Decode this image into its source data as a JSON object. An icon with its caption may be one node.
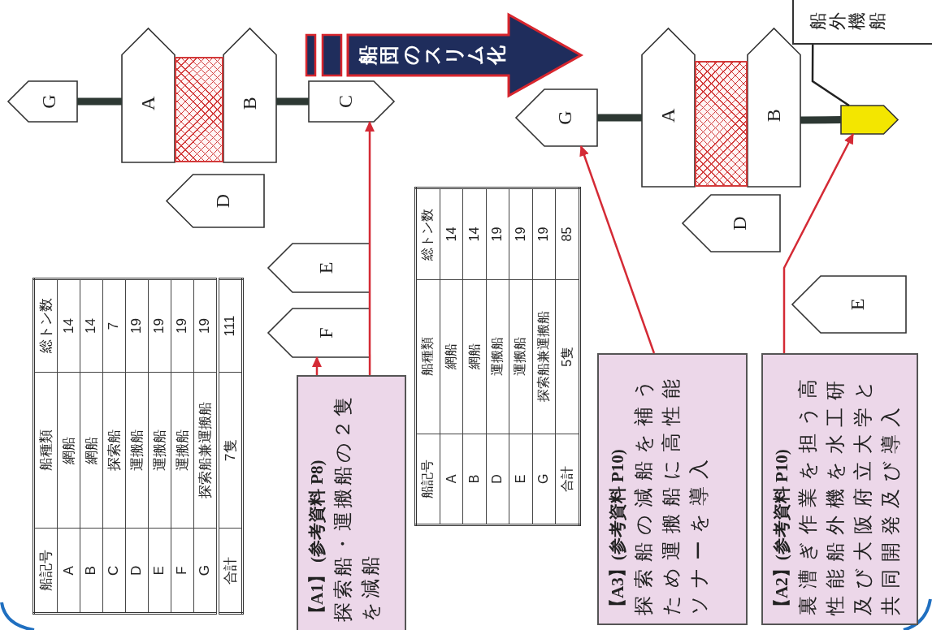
{
  "diagram": {
    "nodes": [
      {
        "text": [
          "G"
        ]
      },
      {
        "text": [
          "A"
        ]
      },
      {
        "text": [
          "B"
        ]
      },
      {
        "text": [
          "C"
        ]
      },
      {
        "text": [
          "D"
        ]
      },
      {
        "text": [
          "E"
        ]
      },
      {
        "text": [
          "F"
        ]
      },
      {
        "text": [
          "船団のスリム化"
        ]
      },
      {
        "text": [
          "G"
        ]
      },
      {
        "text": [
          "A"
        ]
      },
      {
        "text": [
          "B"
        ]
      },
      {
        "text": [],
        "shape": "pentagon"
      },
      {
        "text": [
          "D"
        ]
      },
      {
        "text": [
          "E"
        ]
      },
      {
        "text": [
          "船外機船"
        ]
      },
      {
        "text": [
          "【A1】 (参考資料 P8)",
          "探索船・運搬船の２隻を減船"
        ]
      },
      {
        "text": [
          "【A3】(参考資料 P10)",
          "探索船の減船を補うため運搬船に高性能ソナーを導入"
        ]
      },
      {
        "text": [
          "【A2】(参考資料 P10)",
          "裏漕ぎ作業を担う高性能船外機を水工研及び大阪府立大学と共同開発及び導入"
        ]
      },
      {
        "text": [],
        "shape": "box"
      },
      {
        "text": [],
        "shape": "box"
      }
    ],
    "edges": [
      {
        "from": 0,
        "to": 1,
        "arrow": "none",
        "style": "thick",
        "color": "#2d3833"
      },
      {
        "from": 2,
        "to": 3,
        "arrow": "none",
        "style": "thick",
        "color": "#2d3833"
      },
      {
        "from": 8,
        "to": 9,
        "arrow": "none",
        "style": "thick",
        "color": "#2d3833"
      },
      {
        "from": 10,
        "to": 11,
        "arrow": "none",
        "style": "thick",
        "color": "#2d3833"
      },
      {
        "from": 15,
        "to": 3,
        "arrow": "to",
        "color": "#d42a35"
      },
      {
        "from": 15,
        "to": 6,
        "arrow": "to",
        "color": "#d42a35"
      },
      {
        "from": 16,
        "to": 8,
        "arrow": "to",
        "color": "#d42a35"
      },
      {
        "from": 17,
        "to": 11,
        "arrow": "to",
        "color": "#d42a35"
      },
      {
        "from": 14,
        "to": 11,
        "arrow": "none",
        "color": "#222222"
      }
    ],
    "labels": [
      "船記号",
      "船種類",
      "総トン数",
      "A",
      "網船",
      "14",
      "B",
      "網船",
      "14",
      "C",
      "探索船",
      "7",
      "D",
      "運搬船",
      "19",
      "E",
      "運搬船",
      "19",
      "F",
      "運搬船",
      "19",
      "G",
      "探索船兼運搬船",
      "19",
      "合計",
      "7隻",
      "111",
      "船記号",
      "船種類",
      "総トン数",
      "A",
      "網船",
      "14",
      "B",
      "網船",
      "14",
      "D",
      "運搬船",
      "19",
      "E",
      "運搬船",
      "19",
      "G",
      "探索船兼運搬船",
      "19",
      "合計",
      "5隻",
      "85"
    ]
  }
}
